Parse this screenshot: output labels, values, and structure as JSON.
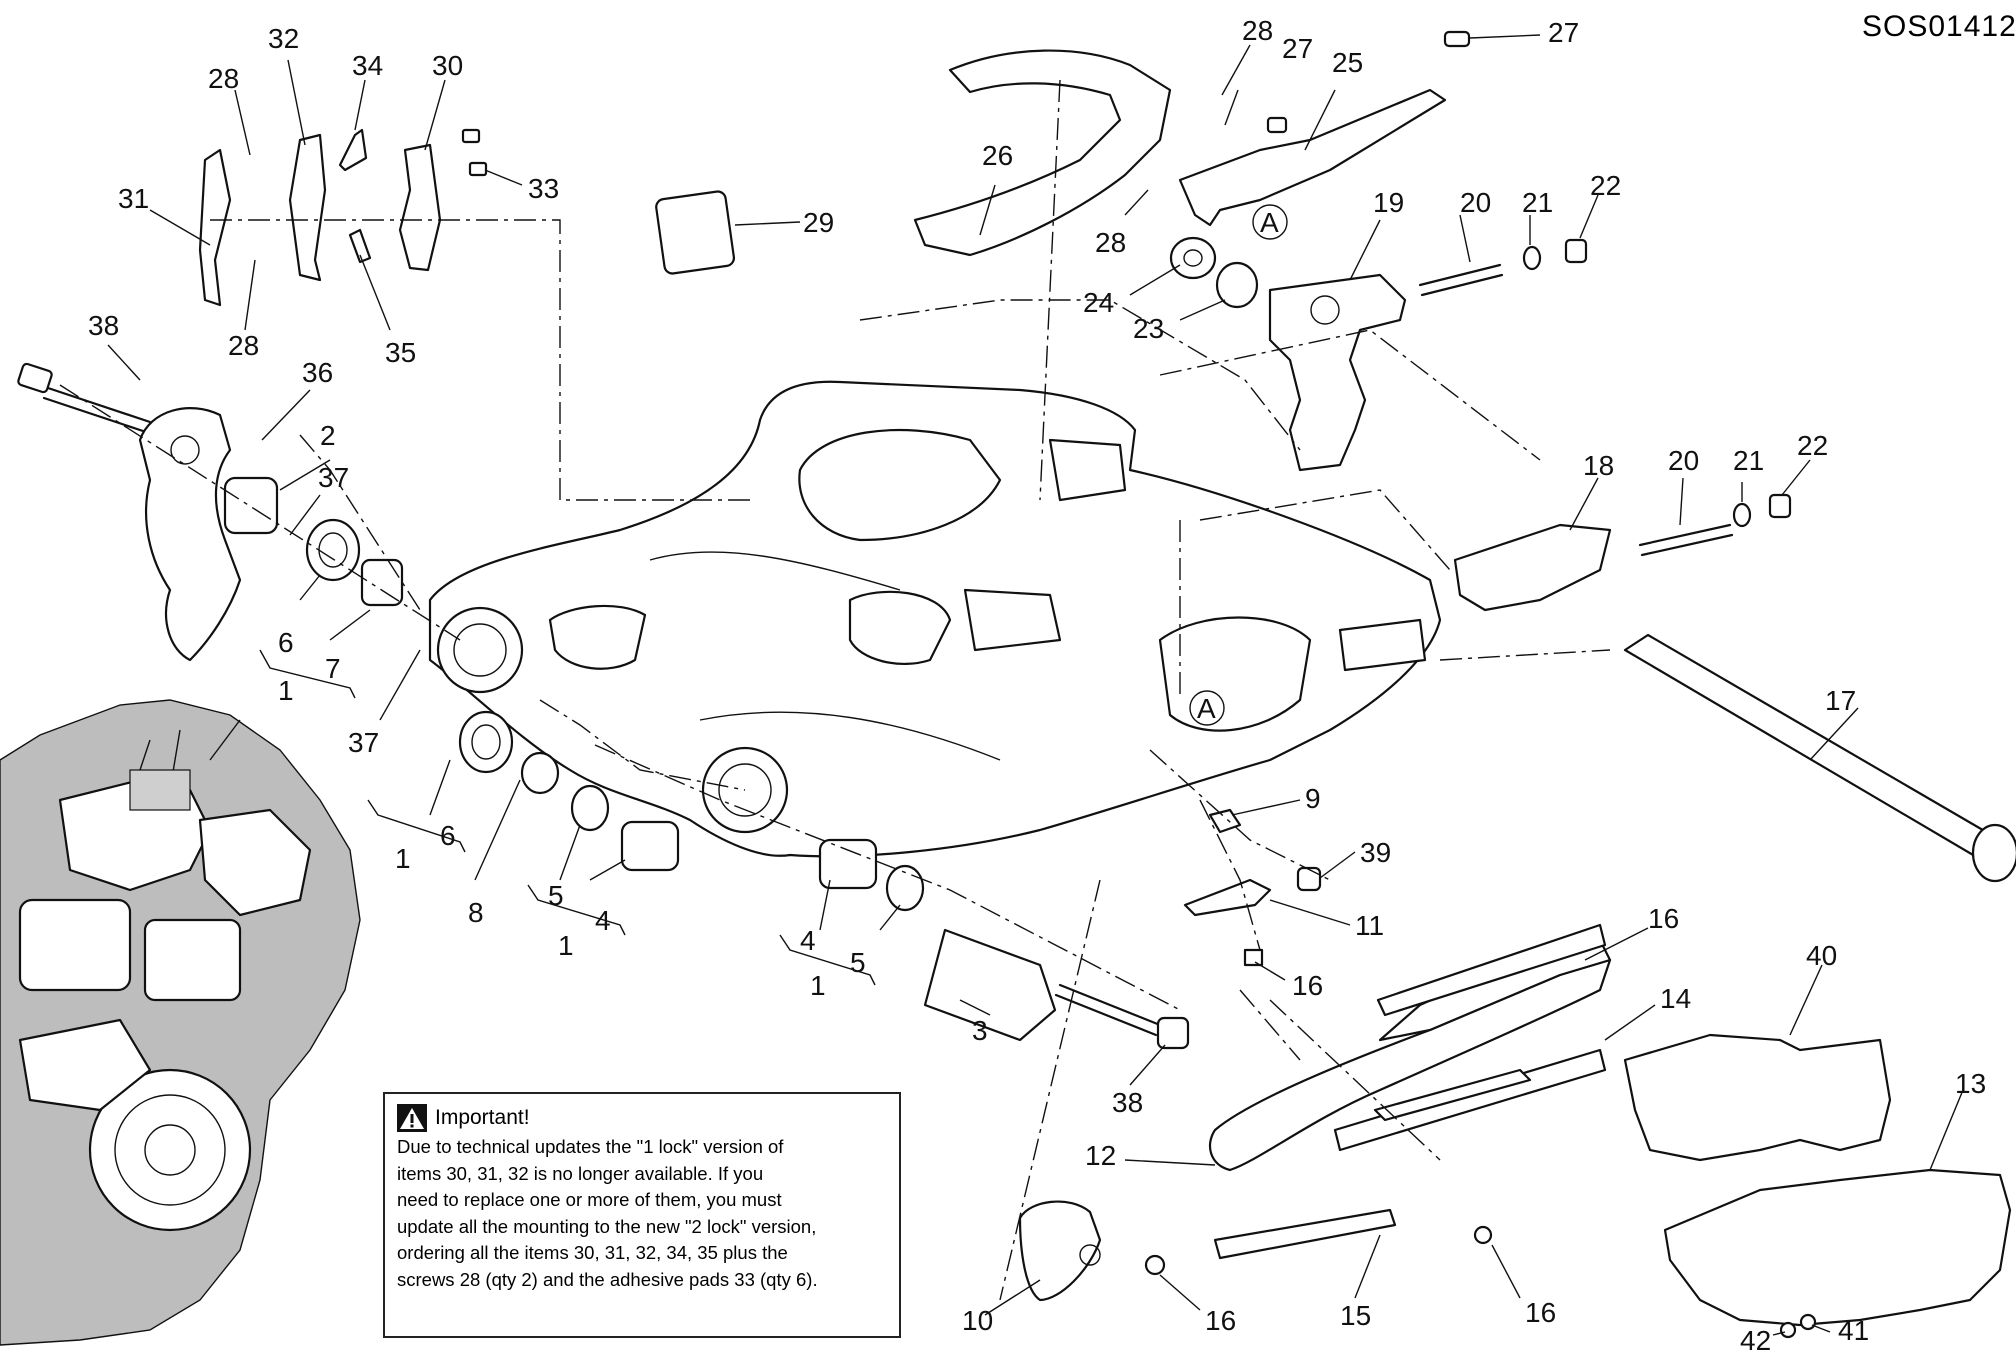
{
  "drawing_code": "SOS01412",
  "important": {
    "heading": "Important!",
    "lines": [
      "Due to technical updates the \"1 lock\" version of",
      "items 30, 31, 32 is no longer available. If you",
      "need to replace one or more of them, you must",
      "update all the mounting to the new \"2 lock\" version,",
      "ordering all the items 30, 31, 32, 34, 35 plus the",
      "screws 28 (qty 2) and the adhesive pads 33 (qty 6)."
    ]
  },
  "callouts": [
    "32",
    "28",
    "34",
    "30",
    "33",
    "31",
    "28",
    "35",
    "29",
    "38",
    "36",
    "2",
    "37",
    "6",
    "7",
    "1",
    "37",
    "6",
    "1",
    "8",
    "5",
    "4",
    "1",
    "4",
    "5",
    "1",
    "3",
    "38",
    "28",
    "27",
    "27",
    "25",
    "26",
    "28",
    "A",
    "24",
    "23",
    "19",
    "20",
    "21",
    "22",
    "18",
    "20",
    "21",
    "22",
    "A",
    "17",
    "9",
    "39",
    "11",
    "16",
    "16",
    "14",
    "40",
    "13",
    "12",
    "15",
    "16",
    "10",
    "16",
    "42",
    "41"
  ],
  "reference_marker": "A"
}
